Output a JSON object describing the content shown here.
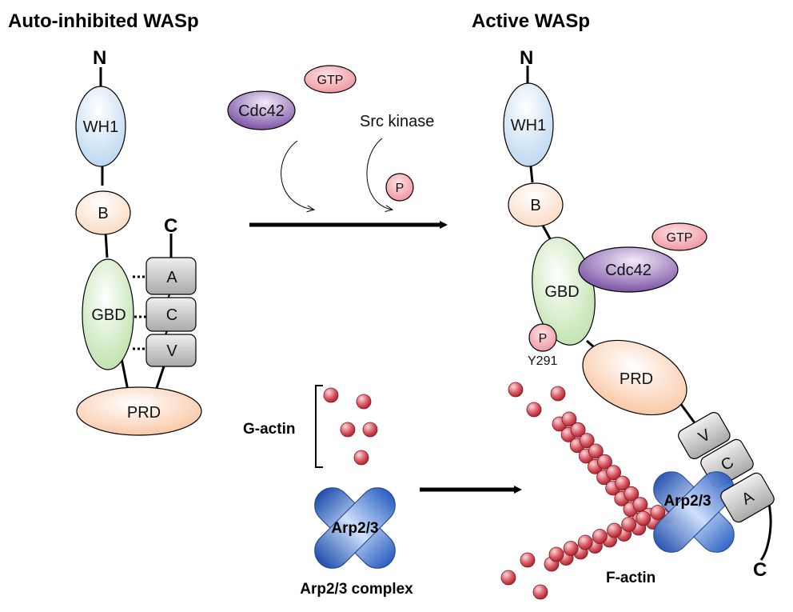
{
  "titles": {
    "left": "Auto-inhibited WASp",
    "right": "Active WASp"
  },
  "termini": {
    "n": "N",
    "c": "C"
  },
  "domains": {
    "wh1": "WH1",
    "b": "B",
    "gbd": "GBD",
    "prd": "PRD",
    "v": "V",
    "c": "C",
    "a": "A"
  },
  "activators": {
    "cdc42": "Cdc42",
    "gtp": "GTP",
    "src_kinase": "Src kinase",
    "p": "P",
    "y291": "Y291"
  },
  "actin": {
    "g_actin": "G-actin",
    "f_actin": "F-actin",
    "arp23": "Arp2/3",
    "arp23_complex": "Arp2/3 complex"
  },
  "colors": {
    "wh1": "#cfe2f3",
    "b": "#fde3cf",
    "gbd": "#cde8bf",
    "prd": "#fcd3b6",
    "box": "#bdbdbd",
    "cdc42": "#7b4fa3",
    "pink": "#f4a3ab",
    "actin": "#c4343f",
    "arp": "#2f66c4"
  }
}
